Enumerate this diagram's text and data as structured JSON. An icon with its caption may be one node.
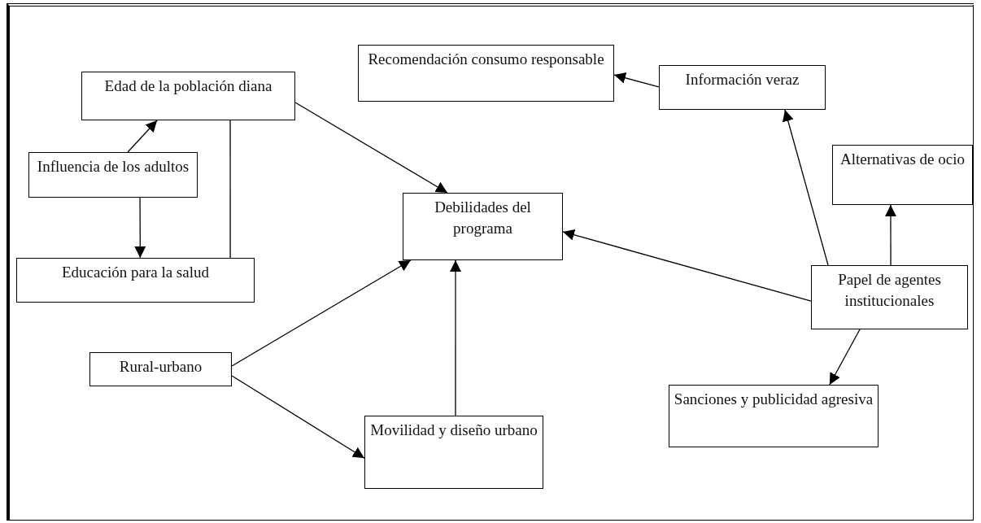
{
  "diagram": {
    "nodes": [
      {
        "text": [
          "Recomendación consumo responsable"
        ]
      },
      {
        "text": [
          "Información veraz"
        ]
      },
      {
        "text": [
          "Edad de la población diana"
        ]
      },
      {
        "text": [
          "Influencia de los adultos"
        ]
      },
      {
        "text": [
          "Alternativas de ocio"
        ]
      },
      {
        "text": [
          "Debilidades del programa"
        ]
      },
      {
        "text": [
          "Educación para la salud"
        ]
      },
      {
        "text": [
          "Papel de agentes institucionales"
        ]
      },
      {
        "text": [
          "Rural-urbano"
        ]
      },
      {
        "text": [
          "Sanciones y publicidad agresiva"
        ]
      },
      {
        "text": [
          "Movilidad y diseño urbano"
        ]
      }
    ],
    "edges": [
      {
        "from": 1,
        "to": 0,
        "arrow": "to"
      },
      {
        "from": 3,
        "to": 2,
        "arrow": "to"
      },
      {
        "from": 3,
        "to": 6,
        "arrow": "to"
      },
      {
        "from": 6,
        "to": 2,
        "arrow": "none"
      },
      {
        "from": 2,
        "to": 5,
        "arrow": "to"
      },
      {
        "from": 8,
        "to": 5,
        "arrow": "to"
      },
      {
        "from": 8,
        "to": 10,
        "arrow": "to"
      },
      {
        "from": 10,
        "to": 5,
        "arrow": "to"
      },
      {
        "from": 7,
        "to": 5,
        "arrow": "to"
      },
      {
        "from": 7,
        "to": 1,
        "arrow": "to"
      },
      {
        "from": 7,
        "to": 4,
        "arrow": "to"
      },
      {
        "from": 7,
        "to": 9,
        "arrow": "to"
      }
    ]
  }
}
